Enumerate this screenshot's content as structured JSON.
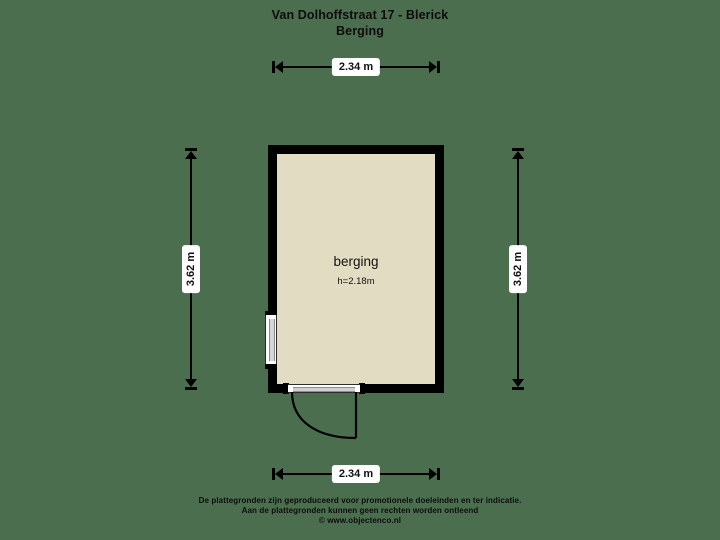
{
  "background_color": "#4a6e4e",
  "header": {
    "address": "Van Dolhoffstraat 17 - Blerick",
    "floor": "Berging"
  },
  "plan": {
    "room": {
      "name": "berging",
      "height_label": "h=2.18m",
      "fill_color": "#e2dcc2",
      "wall_color": "#000000"
    },
    "openings": {
      "window_left_name": "window",
      "door_bottom_name": "door"
    }
  },
  "dimensions": {
    "top": "2.34 m",
    "bottom": "2.34 m",
    "left": "3.62 m",
    "right": "3.62 m"
  },
  "footer": {
    "line1": "De plattegronden zijn geproduceerd voor promotionele doeleinden en ter indicatie.",
    "line2": "Aan de plattegronden kunnen geen rechten worden ontleend",
    "line3": "© www.objectenco.nl"
  }
}
